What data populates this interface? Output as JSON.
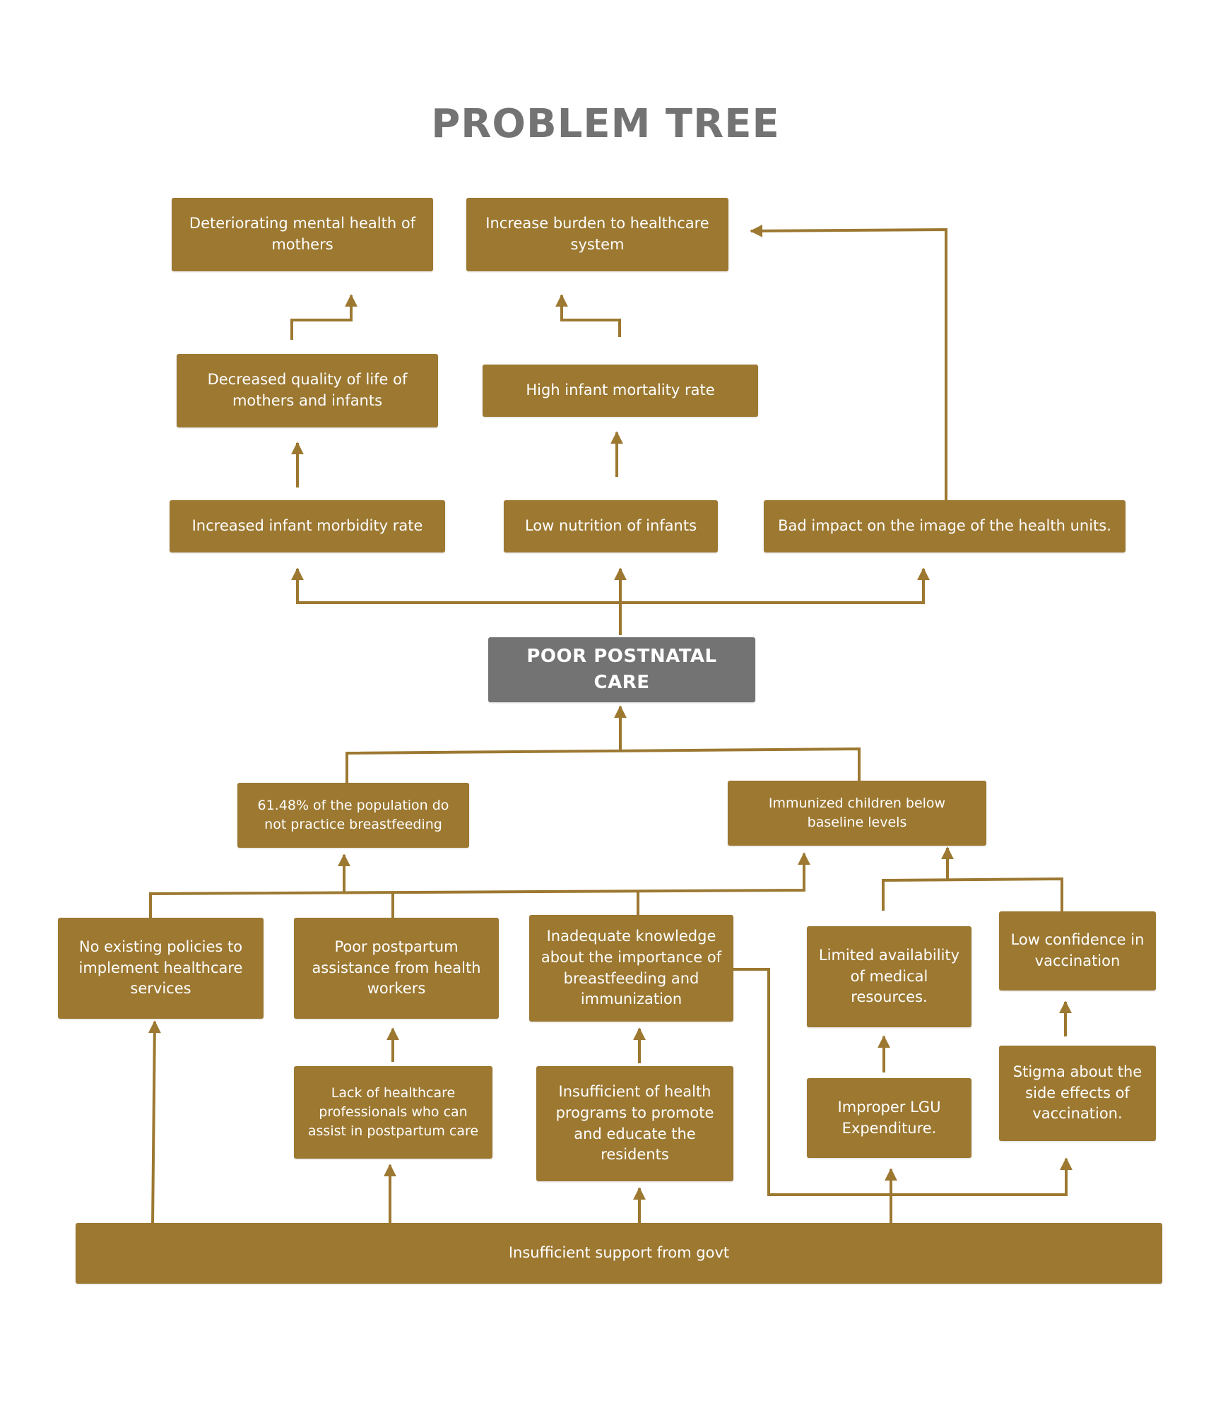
{
  "title": "PROBLEM TREE",
  "colors": {
    "box": "#9c7831",
    "center_box": "#737373",
    "title": "#737373",
    "line": "#9c7831",
    "text": "#ffffff"
  },
  "core_problem": "POOR POSTNATAL CARE",
  "effects": {
    "mental_health": "Deteriorating mental health of mothers",
    "healthcare_burden": "Increase burden to healthcare system",
    "quality_of_life": "Decreased quality of life of mothers and infants",
    "mortality": "High infant mortality rate",
    "morbidity": "Increased infant morbidity rate",
    "nutrition": "Low nutrition of infants",
    "image": "Bad impact on the image of the health units."
  },
  "causes": {
    "breastfeeding": "61.48% of the population do not practice breastfeeding",
    "immunized": "Immunized children below baseline levels",
    "policies": "No existing policies to implement healthcare services",
    "postpartum_assistance": "Poor postpartum assistance from health workers",
    "knowledge": "Inadequate knowledge about the importance of breastfeeding and immunization",
    "medical_resources": "Limited availability of medical resources.",
    "confidence": "Low confidence in vaccination",
    "professionals": "Lack of healthcare professionals who can assist in postpartum care",
    "health_programs": "Insufficient of health programs to promote and educate the residents",
    "lgu": "Improper LGU Expenditure.",
    "stigma": "Stigma about the side effects of vaccination.",
    "govt_support": "Insufficient support from govt"
  }
}
